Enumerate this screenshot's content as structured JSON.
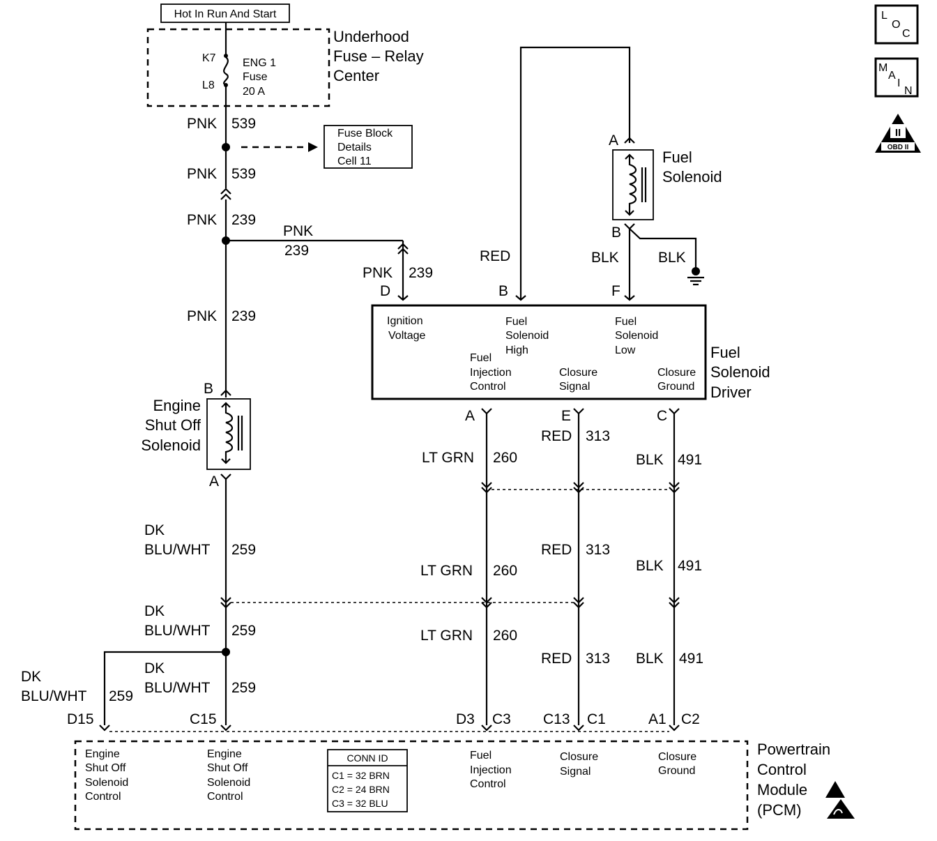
{
  "power": {
    "hot_label": "Hot In Run And Start",
    "fuse_center": [
      "Underhood",
      "Fuse – Relay",
      "Center"
    ],
    "fuse_term_top": "K7",
    "fuse_term_bottom": "L8",
    "fuse_name": [
      "ENG 1",
      "Fuse",
      "20 A"
    ],
    "fuse_block_ref": [
      "Fuse Block",
      "Details",
      "Cell 11"
    ]
  },
  "wires": {
    "pnk": "PNK",
    "c539": "539",
    "c239": "239",
    "red": "RED",
    "blk": "BLK",
    "ltgrn": "LT GRN",
    "c260": "260",
    "c313": "313",
    "c491": "491",
    "dk": "DK",
    "bluwht": "BLU/WHT",
    "c259": "259"
  },
  "fuel_solenoid": {
    "name": [
      "Fuel",
      "Solenoid"
    ],
    "pin_a": "A",
    "pin_b": "B"
  },
  "engine_shutoff": {
    "name": [
      "Engine",
      "Shut Off",
      "Solenoid"
    ],
    "pin_b": "B",
    "pin_a": "A"
  },
  "driver": {
    "name": [
      "Fuel",
      "Solenoid",
      "Driver"
    ],
    "pins_top": [
      "D",
      "B",
      "F"
    ],
    "pins_bottom": [
      "A",
      "E",
      "C"
    ],
    "ignition": [
      "Ignition",
      "Voltage"
    ],
    "high": [
      "Fuel",
      "Solenoid",
      "High"
    ],
    "low": [
      "Fuel",
      "Solenoid",
      "Low"
    ],
    "injection": [
      "Fuel",
      "Injection",
      "Control"
    ],
    "closure_signal": [
      "Closure",
      "Signal"
    ],
    "closure_ground": [
      "Closure",
      "Ground"
    ]
  },
  "pcm": {
    "name": [
      "Powertrain",
      "Control",
      "Module",
      "(PCM)"
    ],
    "pins": [
      "D15",
      "C15",
      "D3",
      "C3",
      "C13",
      "C1",
      "A1",
      "C2"
    ],
    "eso1": [
      "Engine",
      "Shut Off",
      "Solenoid",
      "Control"
    ],
    "eso2": [
      "Engine",
      "Shut Off",
      "Solenoid",
      "Control"
    ],
    "injection": [
      "Fuel",
      "Injection",
      "Control"
    ],
    "closure_signal": [
      "Closure",
      "Signal"
    ],
    "closure_ground": [
      "Closure",
      "Ground"
    ],
    "conn_title": "CONN ID",
    "conn_rows": [
      "C1 = 32 BRN",
      "C2 = 24 BRN",
      "C3 = 32 BLU"
    ]
  },
  "icons": {
    "loc": [
      "L",
      "O",
      "C"
    ],
    "main": [
      "M",
      "A",
      "I",
      "N"
    ],
    "obd": [
      "II",
      "OBD II"
    ]
  }
}
